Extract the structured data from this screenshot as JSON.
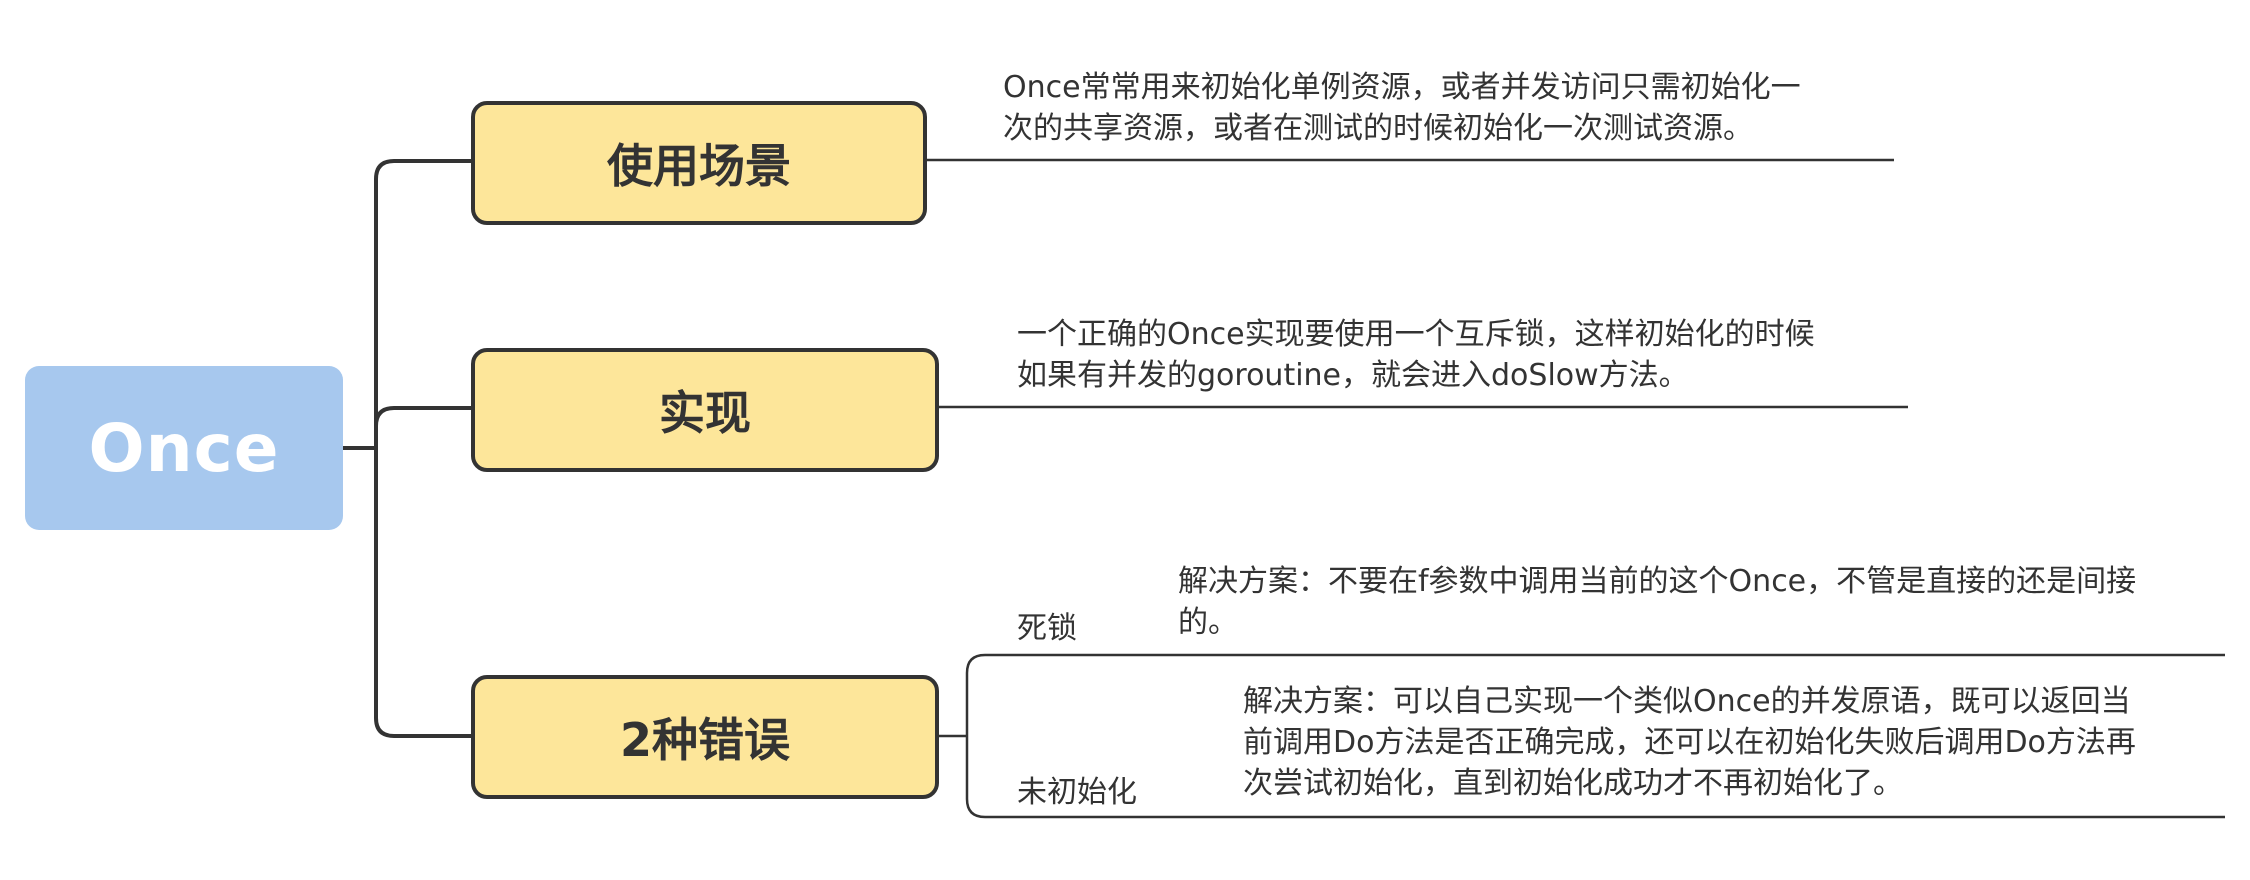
{
  "root": {
    "label": "Once",
    "color": "#a7c8ee"
  },
  "branches": [
    {
      "label": "使用场景",
      "note_lines": [
        "Once常常用来初始化单例资源，或者并发访问只需初始化一",
        "次的共享资源，或者在测试的时候初始化一次测试资源。"
      ]
    },
    {
      "label": "实现",
      "note_lines": [
        "一个正确的Once实现要使用一个互斥锁，这样初始化的时候",
        "如果有并发的goroutine，就会进入doSlow方法。"
      ]
    },
    {
      "label": "2种错误",
      "children": [
        {
          "label": "死锁",
          "note_lines": [
            "解决方案：不要在f参数中调用当前的这个Once，不管是直接的还是间接",
            "的。"
          ]
        },
        {
          "label": "未初始化",
          "note_lines": [
            "解决方案：可以自己实现一个类似Once的并发原语，既可以返回当",
            "前调用Do方法是否正确完成，还可以在初始化失败后调用Do方法再",
            "次尝试初始化，直到初始化成功才不再初始化了。"
          ]
        }
      ]
    }
  ],
  "colors": {
    "branch_fill": "#fde69a",
    "line": "#333333"
  }
}
